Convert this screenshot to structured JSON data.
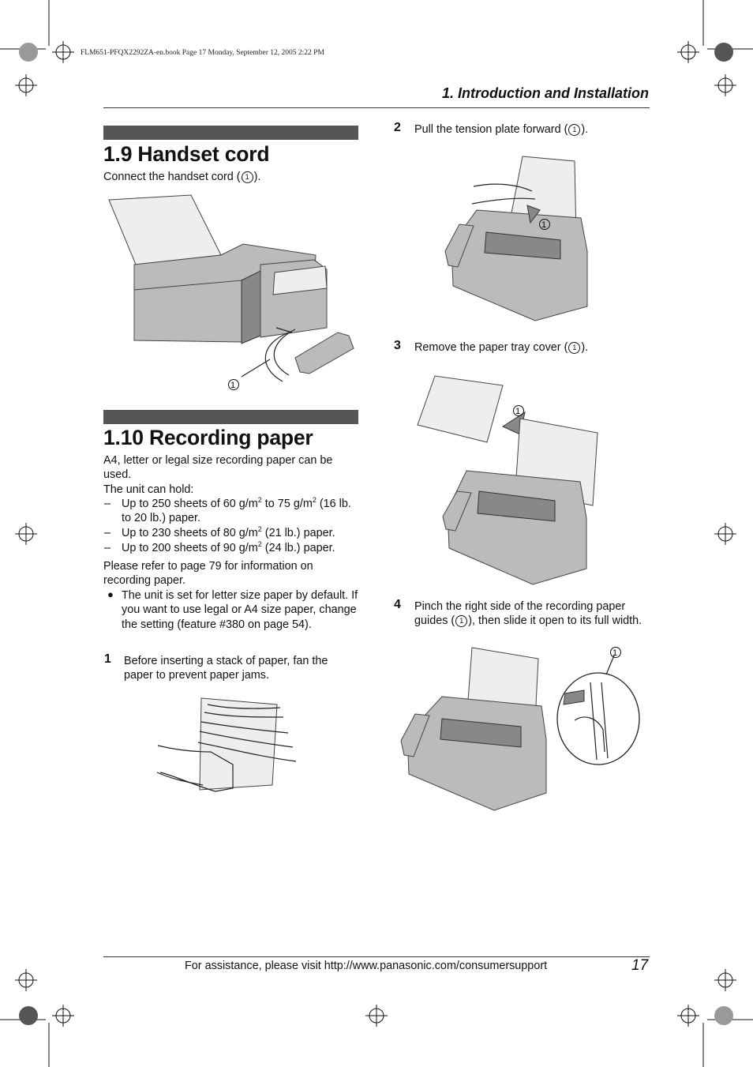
{
  "slug": "FLM651-PFQX2292ZA-en.book  Page 17  Monday, September 12, 2005  2:22 PM",
  "header": "1. Introduction and Installation",
  "callout_number": "1",
  "sections": {
    "handset": {
      "title": "1.9 Handset cord",
      "intro_a": "Connect the handset cord (",
      "intro_b": ")."
    },
    "paper": {
      "title": "1.10 Recording paper",
      "intro1": "A4, letter or legal size recording paper can be used.",
      "intro2": "The unit can hold:",
      "capacity": [
        {
          "a": "Up to 250 sheets of 60 g/m",
          "b": " to 75 g/m",
          "c": " (16 lb. to 20 lb.) paper."
        },
        {
          "a": "Up to 230 sheets of 80 g/m",
          "b": " (21 lb.) paper."
        },
        {
          "a": "Up to 200 sheets of 90 g/m",
          "b": " (24 lb.) paper."
        }
      ],
      "superscript": "2",
      "dash": "–",
      "refer": "Please refer to page 79 for information on recording paper.",
      "bullet": "The unit is set for letter size paper by default. If you want to use legal or A4 size paper, change the setting (feature #380 on page 54).",
      "step1": {
        "num": "1",
        "text": "Before inserting a stack of paper, fan the paper to prevent paper jams."
      }
    },
    "steps": [
      {
        "num": "2",
        "a": "Pull the tension plate forward (",
        "b": ")."
      },
      {
        "num": "3",
        "a": "Remove the paper tray cover (",
        "b": ")."
      },
      {
        "num": "4",
        "a": "Pinch the right side of the recording paper guides (",
        "b": "), then slide it open to its full width."
      }
    ]
  },
  "footer": {
    "text": "For assistance, please visit http://www.panasonic.com/consumersupport",
    "page": "17"
  }
}
